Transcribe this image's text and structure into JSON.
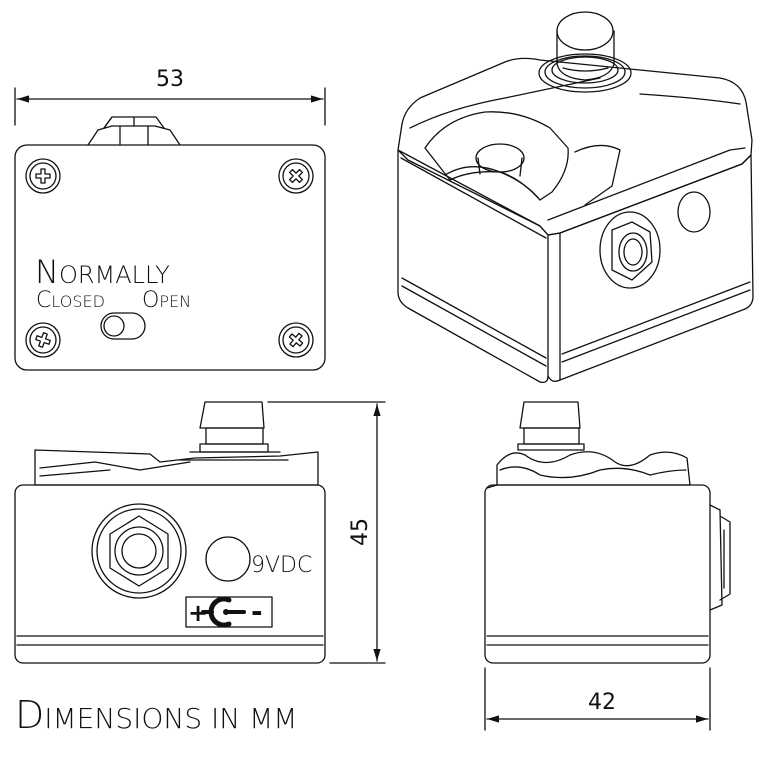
{
  "dimensions": {
    "width": "53",
    "height": "45",
    "depth": "42",
    "caption_first": "D",
    "caption_rest": "IMENSIONS IN MM"
  },
  "top_view": {
    "switch_first": "N",
    "switch_rest": "ORMALLY",
    "closed_first": "C",
    "closed_rest": "LOSED",
    "open_first": "O",
    "open_rest": "PEN"
  },
  "front_view": {
    "power_label": "9VDC",
    "plus_sign": "+",
    "minus_sign": "-"
  },
  "colors": {
    "stroke": "#111111",
    "background": "#ffffff"
  }
}
